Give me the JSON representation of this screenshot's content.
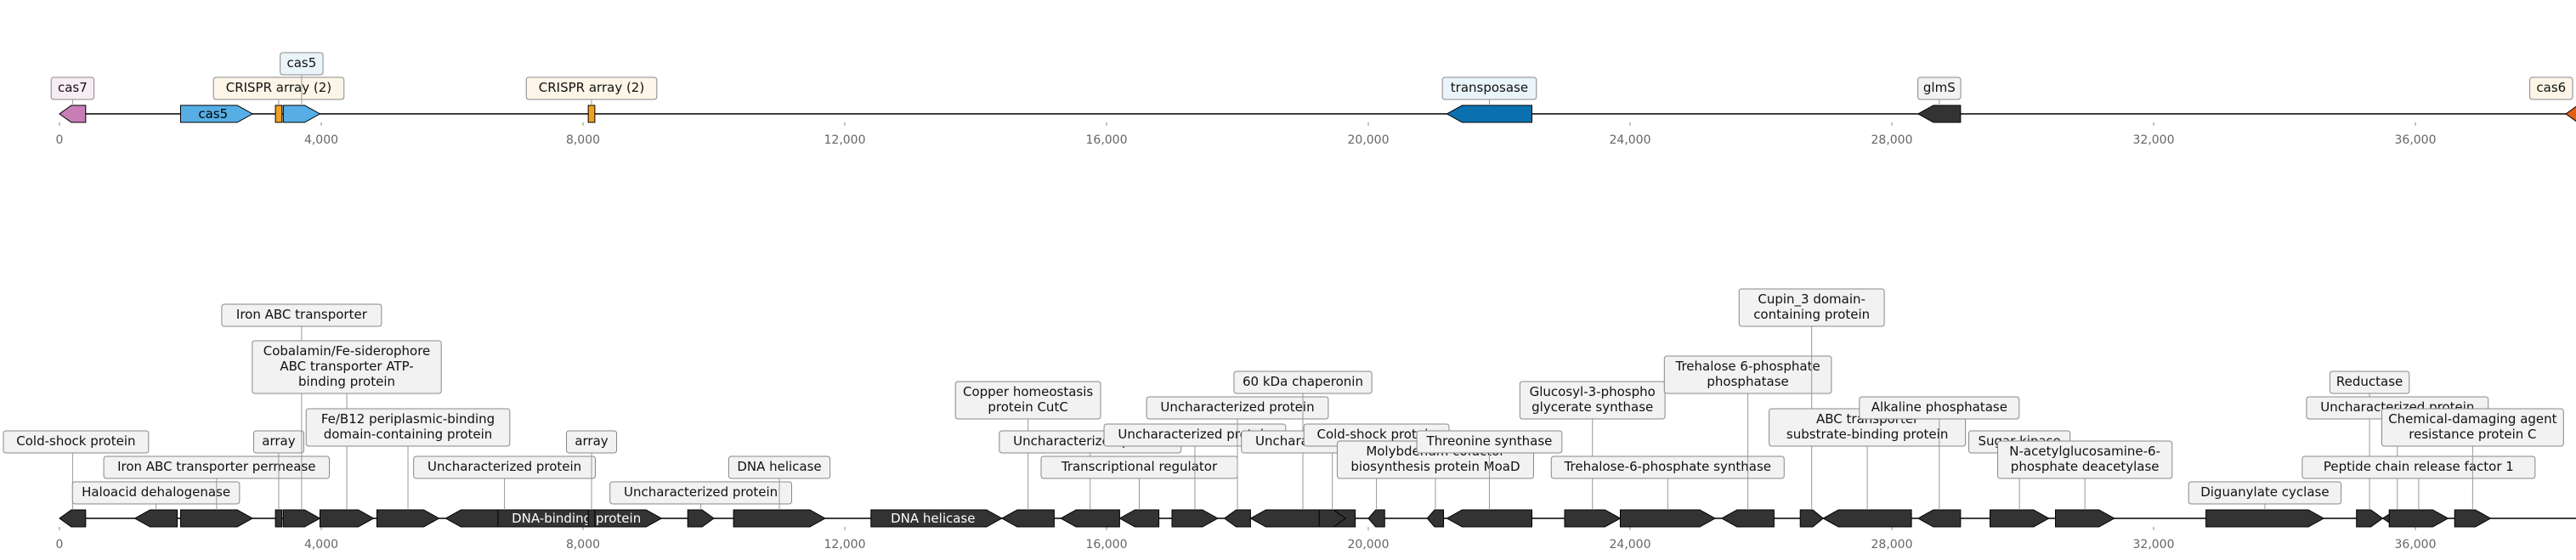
{
  "colors": {
    "cas7": "#c87db6",
    "cas5": "#56aee5",
    "crispr": "#f0a21f",
    "transposase": "#0b70b0",
    "cas6": "#e0600e",
    "other": "#333333",
    "label_bg_light": "#f2f2f2",
    "axis": "#000000",
    "tick_label": "#666666"
  },
  "ticks": [
    "0",
    "4,000",
    "8,000",
    "12,000",
    "16,000",
    "20,000",
    "24,000",
    "28,000",
    "32,000",
    "36,000"
  ],
  "top_track": {
    "features": [
      {
        "start": 0,
        "end": 400,
        "strand": -1,
        "color": "cas7",
        "label": "cas7",
        "label_level": 1
      },
      {
        "start": 1850,
        "end": 2950,
        "strand": 1,
        "color": "cas5",
        "text": "cas5"
      },
      {
        "start": 3300,
        "end": 3400,
        "strand": 0,
        "color": "crispr",
        "label": "CRISPR array (2)",
        "label_level": 1
      },
      {
        "start": 3420,
        "end": 3980,
        "strand": 1,
        "color": "cas5",
        "label": "cas5",
        "label_level": 2
      },
      {
        "start": 8080,
        "end": 8180,
        "strand": 0,
        "color": "crispr",
        "label": "CRISPR array (2)",
        "label_level": 1
      },
      {
        "start": 21200,
        "end": 22500,
        "strand": -1,
        "color": "transposase",
        "label": "transposase",
        "label_level": 1
      },
      {
        "start": 28400,
        "end": 29050,
        "strand": -1,
        "color": "other",
        "label": "glmS",
        "label_level": 1
      },
      {
        "start": 38300,
        "end": 38700,
        "strand": -1,
        "color": "cas6",
        "label": "cas6",
        "label_level": 1
      }
    ]
  },
  "bottom_track": {
    "features": [
      {
        "start": 0,
        "end": 400,
        "strand": -1,
        "label": "Cold-shock protein",
        "label_level": 3
      },
      {
        "start": 1150,
        "end": 1800,
        "strand": -1,
        "label": "Haloacid dehalogenase",
        "label_level": 1
      },
      {
        "start": 1850,
        "end": 2950,
        "strand": 1,
        "label": "Iron ABC transporter permease",
        "label_level": 2
      },
      {
        "start": 3300,
        "end": 3400,
        "strand": 0,
        "label": "array",
        "label_level": 3
      },
      {
        "start": 3420,
        "end": 3980,
        "strand": 1,
        "label": "Iron ABC transporter",
        "label_level": 8
      },
      {
        "start": 3980,
        "end": 4800,
        "strand": 1,
        "label": "Cobalamin/Fe-siderophore\nABC transporter ATP-\nbinding protein",
        "label_level": 6
      },
      {
        "start": 4850,
        "end": 5800,
        "strand": 1,
        "label": "Fe/B12 periplasmic-binding\ndomain-containing protein",
        "label_level": 4
      },
      {
        "start": 5900,
        "end": 7700,
        "strand": -1,
        "label": "Uncharacterized protein",
        "label_level": 2
      },
      {
        "start": 6700,
        "end": 9200,
        "strand": 1,
        "text": "DNA-binding protein"
      },
      {
        "start": 8080,
        "end": 8180,
        "strand": 0,
        "label": "array",
        "label_level": 3
      },
      {
        "start": 9600,
        "end": 10000,
        "strand": 1,
        "label": "Uncharacterized protein",
        "label_level": 1
      },
      {
        "start": 10300,
        "end": 11700,
        "strand": 1,
        "label": "DNA helicase",
        "label_level": 2
      },
      {
        "start": 12400,
        "end": 14400,
        "strand": 1,
        "text": "DNA helicase"
      },
      {
        "start": 14400,
        "end": 15200,
        "strand": -1,
        "label": "Copper homeostasis\nprotein CutC",
        "label_level": 5
      },
      {
        "start": 15300,
        "end": 16200,
        "strand": -1,
        "label": "Uncharacterized protein",
        "label_level": 3
      },
      {
        "start": 16200,
        "end": 16800,
        "strand": -1,
        "label": "Transcriptional regulator",
        "label_level": 2
      },
      {
        "start": 17000,
        "end": 17700,
        "strand": 1,
        "label": "Uncharacterized protein",
        "label_level": 4
      },
      {
        "start": 17800,
        "end": 18200,
        "strand": -1,
        "label": "Uncharacterized protein",
        "label_level": 5
      },
      {
        "start": 18200,
        "end": 19800,
        "strand": -1,
        "label": "60 kDa chaperonin",
        "label_level": 6
      },
      {
        "start": 19250,
        "end": 19650,
        "strand": 1,
        "label": "Uncharacterized protein",
        "label_level": 3
      },
      {
        "start": 20000,
        "end": 20250,
        "strand": -1,
        "label": "Cold-shock protein",
        "label_level": 4
      },
      {
        "start": 20900,
        "end": 21150,
        "strand": -1,
        "label": "Molybdenum cofactor\nbiosynthesis protein MoaD",
        "label_level": 2
      },
      {
        "start": 21200,
        "end": 22500,
        "strand": -1,
        "label": "Threonine synthase",
        "label_level": 3
      },
      {
        "start": 23000,
        "end": 23850,
        "strand": 1,
        "label": "Glucosyl-3-phospho\nglycerate synthase",
        "label_level": 5
      },
      {
        "start": 23850,
        "end": 25300,
        "strand": 1,
        "label": "Trehalose-6-phosphate synthase",
        "label_level": 2
      },
      {
        "start": 25400,
        "end": 26200,
        "strand": -1,
        "label": "Trehalose 6-phosphate\nphosphatase",
        "label_level": 6
      },
      {
        "start": 26600,
        "end": 26950,
        "strand": 1,
        "label": "Cupin_3 domain-\ncontaining protein",
        "label_level": 8
      },
      {
        "start": 26950,
        "end": 28300,
        "strand": -1,
        "label": "ABC transporter\nsubstrate-binding protein",
        "label_level": 4
      },
      {
        "start": 28400,
        "end": 29050,
        "strand": -1,
        "label": "Alkaline phosphatase",
        "label_level": 5
      },
      {
        "start": 29500,
        "end": 30400,
        "strand": 1,
        "label": "Sugar kinase",
        "label_level": 3
      },
      {
        "start": 30500,
        "end": 31400,
        "strand": 1,
        "label": "N-acetylglucosamine-6-\nphosphate deacetylase",
        "label_level": 2
      },
      {
        "start": 32800,
        "end": 34600,
        "strand": 1,
        "label": "Diguanylate cyclase",
        "label_level": 1
      },
      {
        "start": 35100,
        "end": 35500,
        "strand": 1,
        "label": "Reductase",
        "label_level": 6
      },
      {
        "start": 35500,
        "end": 35950,
        "strand": -1,
        "label": "Uncharacterized protein",
        "label_level": 5
      },
      {
        "start": 35600,
        "end": 36500,
        "strand": 1,
        "label": "Peptide chain release factor 1",
        "label_level": 2
      },
      {
        "start": 36600,
        "end": 37150,
        "strand": 1,
        "label": "Chemical-damaging agent\nresistance protein C",
        "label_level": 4
      }
    ]
  }
}
